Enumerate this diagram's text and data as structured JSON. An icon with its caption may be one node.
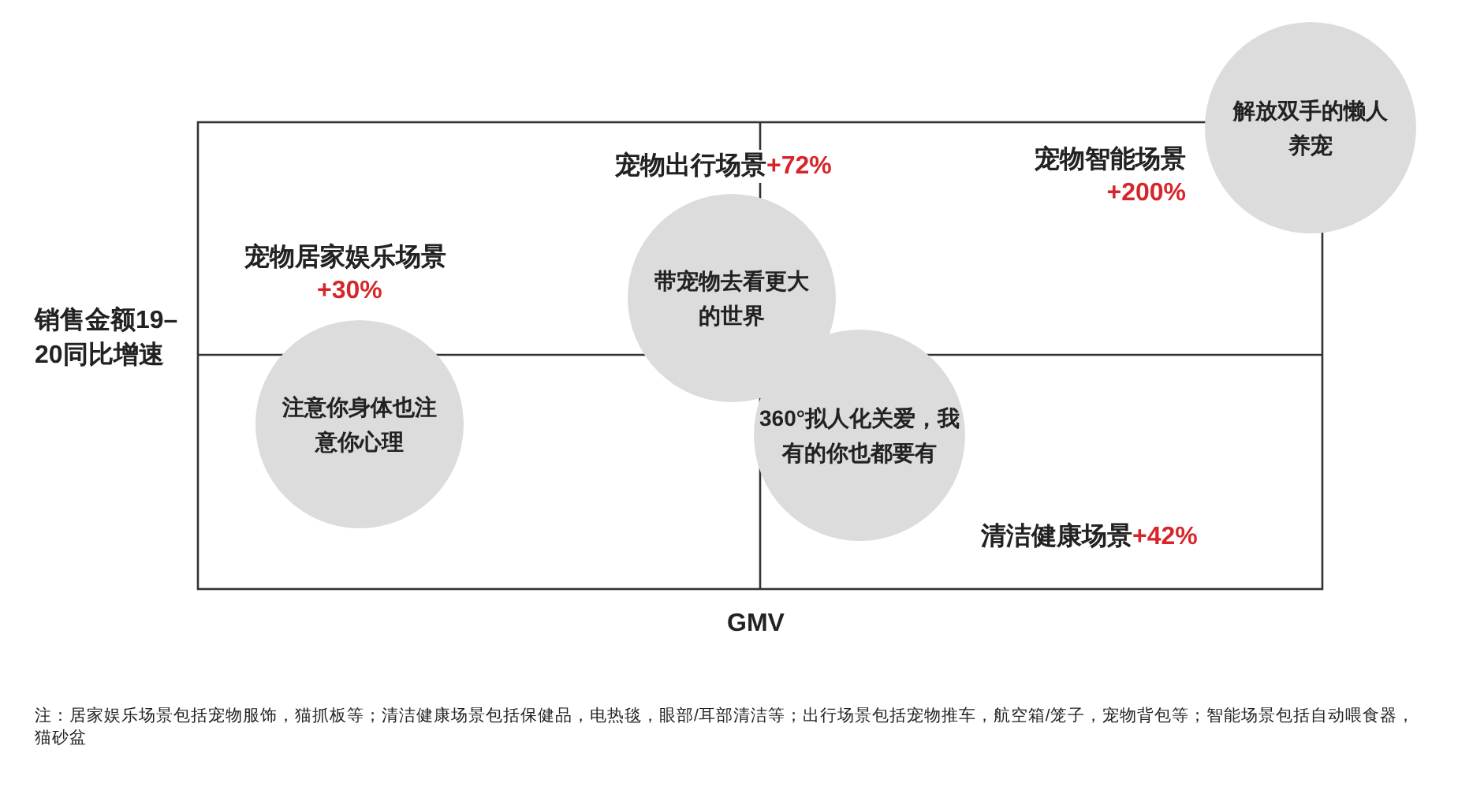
{
  "diagram": {
    "nodes": [
      {
        "text": [
          "解放双手的懒人养宠"
        ]
      },
      {
        "text": [
          "带宠物去看更大的世界"
        ]
      },
      {
        "text": [
          "注意你身体也注意你心理"
        ]
      },
      {
        "text": [
          "360°拟人化关爱，我有的你也都要有"
        ]
      }
    ],
    "edges": [],
    "labels": [
      "宠物出行场景",
      "+72%",
      "宠物智能场景",
      "+200%",
      "宠物居家娱乐场景",
      "+30%",
      "销售金额19–20同比增速",
      "清洁健康场景",
      "+42%",
      "GMV",
      "注：居家娱乐场景包括宠物服饰，猫抓板等；清洁健康场景包括保健品，电热毯，眼部/耳部清洁等；出行场景包括宠物推车，航空箱/笼子，宠物背包等；智能场景包括自动喂食器，猫砂盆"
    ]
  }
}
